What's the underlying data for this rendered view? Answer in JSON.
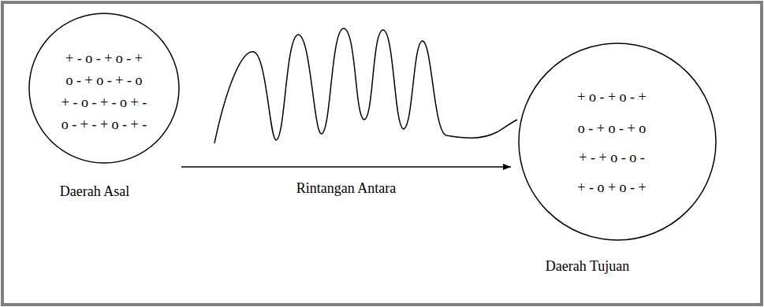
{
  "diagram": {
    "nodes": [
      {
        "text": [
          "+ - o - + o - +",
          "o - + o - + - o",
          "+ - o - + - o + -",
          "o - + - + o - + -",
          "Daerah Asal"
        ]
      },
      {
        "text": [
          "+ o - + o - +",
          "o - + o - + o",
          "+ - + o - o -",
          "+ - o + o - +",
          "Daerah Tujuan"
        ]
      }
    ],
    "edges": [
      {
        "from": 0,
        "to": 1,
        "arrow": "to",
        "label": "Rintangan Antara"
      }
    ]
  }
}
